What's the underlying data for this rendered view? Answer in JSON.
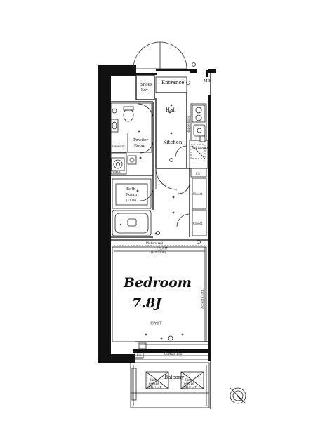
{
  "rooms": {
    "shoes_box": [
      "Shoes",
      "box"
    ],
    "entrance": "Entrance",
    "mb": "MB",
    "hall": "Hall",
    "powder_room": [
      "Powder",
      "Room"
    ],
    "laundry": "Laundry",
    "kitchen": "Kitchen",
    "bath_room": [
      "Bath",
      "Room"
    ],
    "bath_size": "(1116)",
    "ps_kitchen": "PS",
    "closet_upper": "Closet",
    "closet_lower": "Closet",
    "bedroom": "Bedroom",
    "bedroom_size": "7.8J",
    "ps_balcony": "PS",
    "balcony": "Balcony"
  },
  "annotations": {
    "picture_rail": "Picture rail",
    "beam_note_1": "下り天井",
    "beam_note_2": "(H=2300)",
    "room_mark": "室内物干",
    "accent_cloth": "Accent Cloth",
    "curtain_box": "Curtain box",
    "range_hood": "Range hood",
    "refrigerator": "Refrigerator",
    "washer_space": "Wash",
    "evac_hatch_1": [
      "Fire",
      "escape",
      "避難ハッチ"
    ],
    "evac_hatch_2": [
      "Fire",
      "escape",
      "避難ハッチ"
    ]
  },
  "colors": {
    "wall": "#111111",
    "line": "#222222",
    "background": "#ffffff"
  },
  "icons": [
    "compass-icon",
    "toilet-icon",
    "sink-icon",
    "bathtub-icon",
    "stove-icon",
    "door-swing-icon"
  ]
}
